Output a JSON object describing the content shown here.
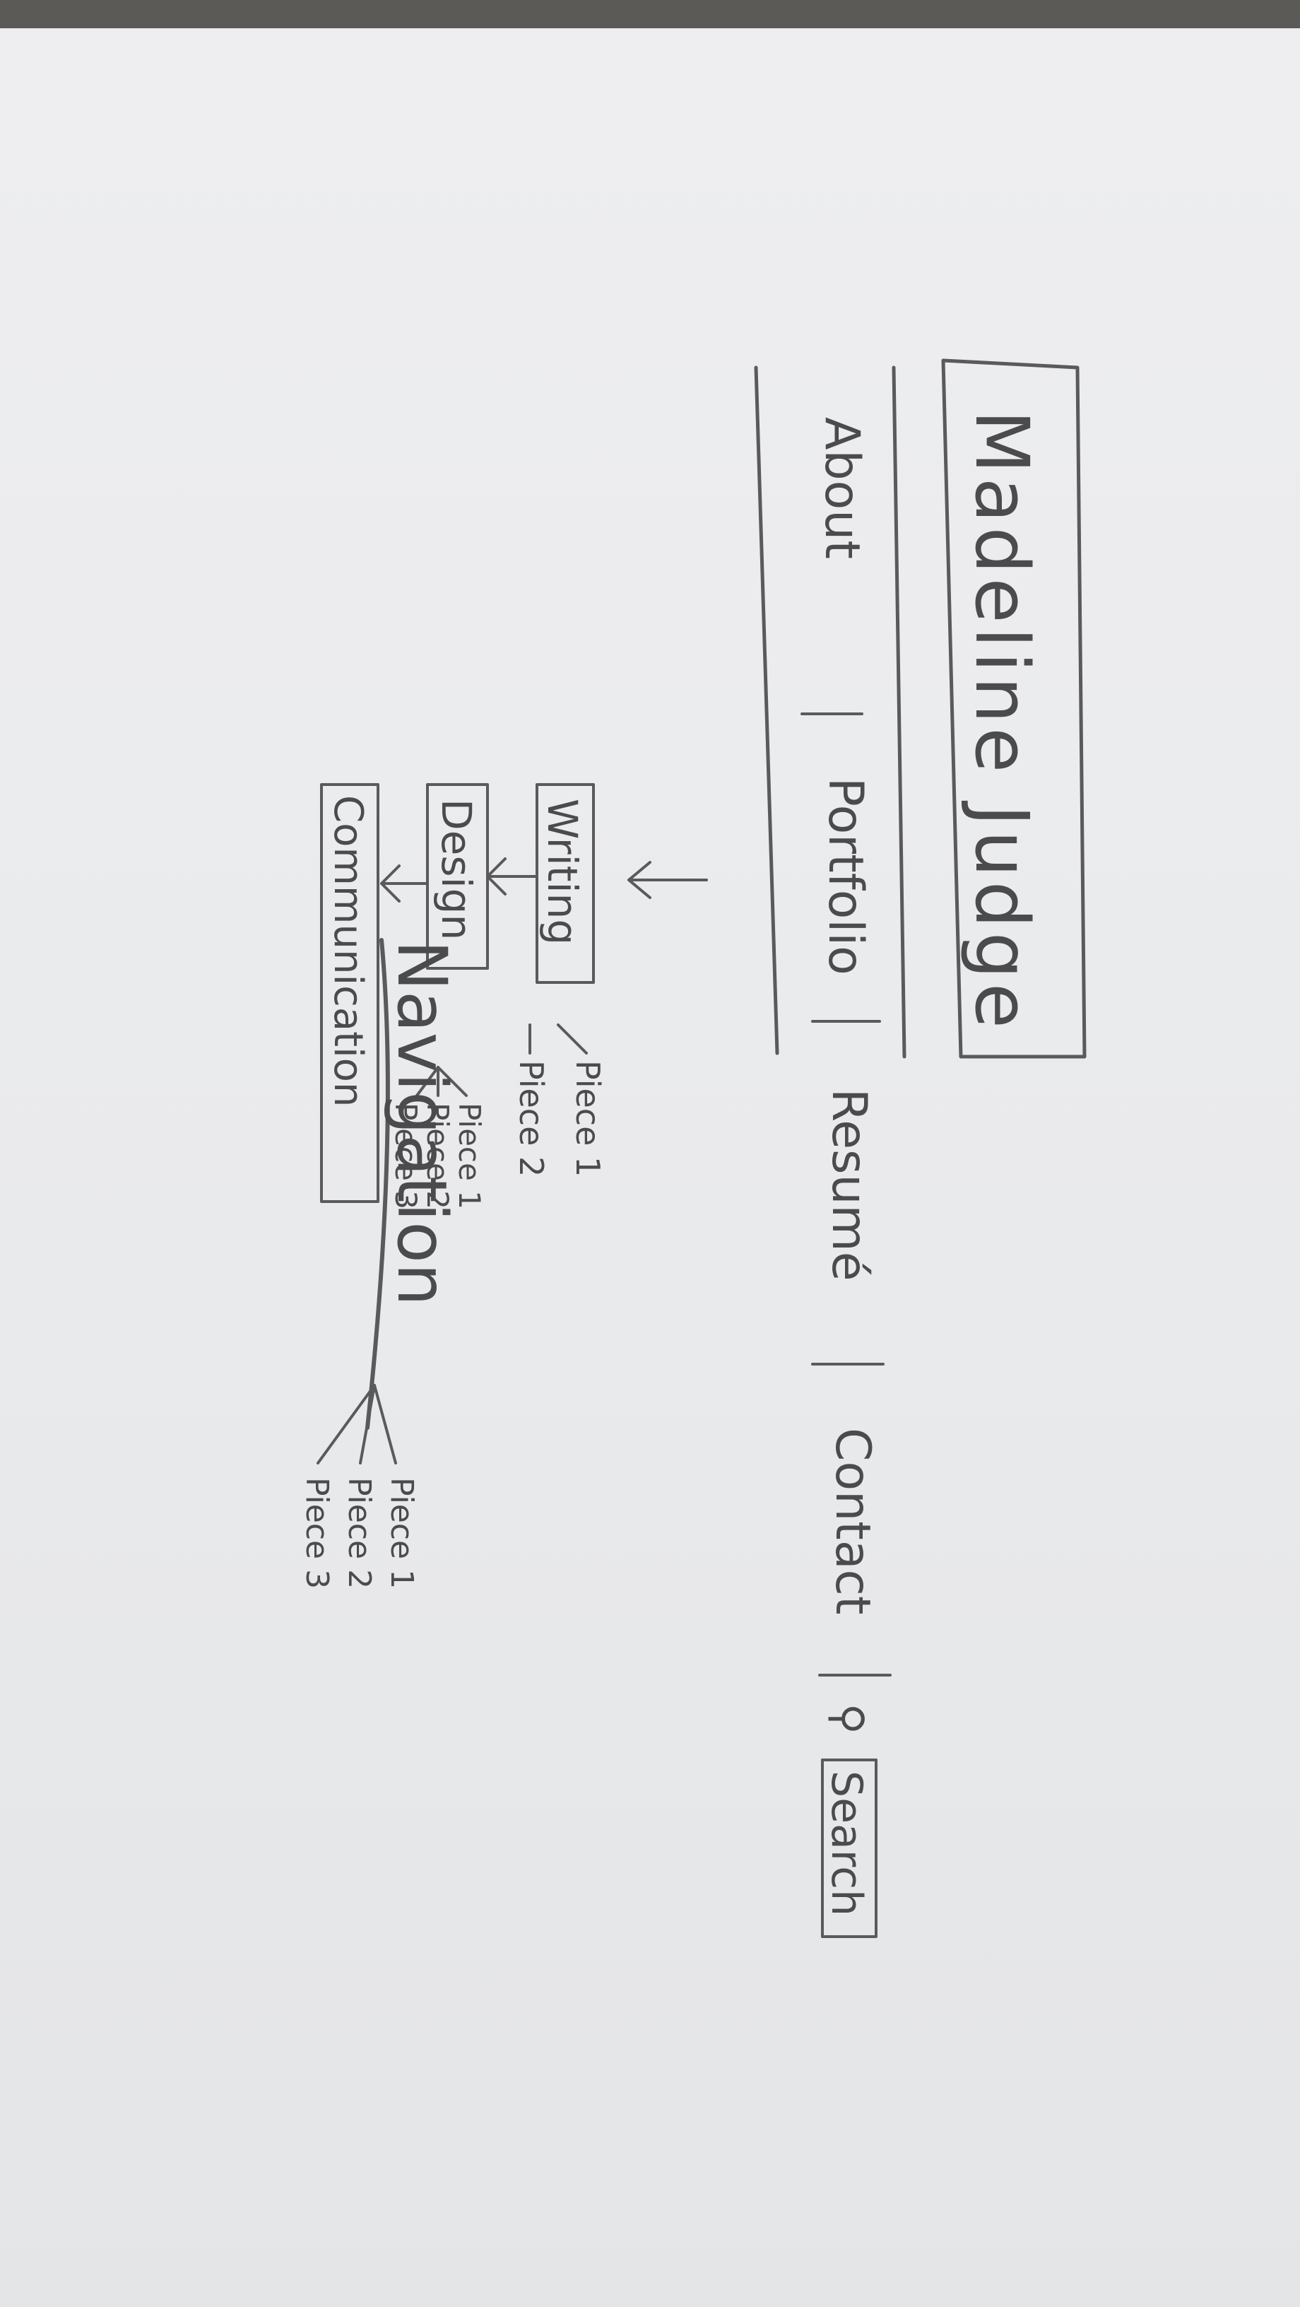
{
  "heading": "Navigation",
  "site_title": "Madeline Judge",
  "nav": [
    {
      "label": "About"
    },
    {
      "label": "Portfolio"
    },
    {
      "label": "Resumé"
    },
    {
      "label": "Contact"
    }
  ],
  "search": {
    "label": "Search",
    "icon": "search-icon"
  },
  "portfolio_sections": [
    {
      "label": "Writing",
      "pieces": [
        "Piece 1",
        "Piece 2"
      ]
    },
    {
      "label": "Design",
      "pieces": [
        "Piece 1",
        "Piece 2",
        "Piece 3"
      ]
    },
    {
      "label": "Communication",
      "pieces": [
        "Piece 1",
        "Piece 2",
        "Piece 3"
      ]
    }
  ]
}
